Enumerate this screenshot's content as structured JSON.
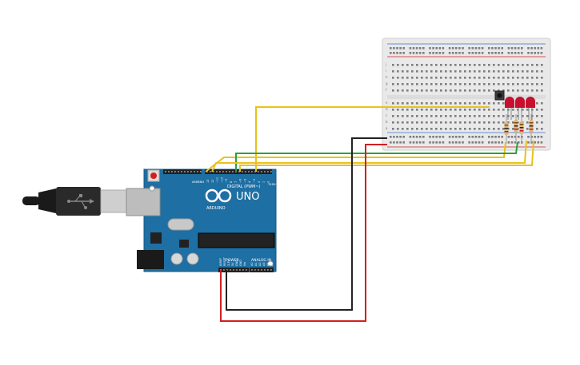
{
  "board": {
    "logo_text": "UNO",
    "brand_text": "ARDUINO",
    "digital_label": "DIGITAL (PWM~)",
    "power_label": "POWER",
    "analog_label": "ANALOG IN",
    "aref_label": "AREF",
    "gnd_label": "GND",
    "tx_label": "TX",
    "rx_label": "RX",
    "digital_pins": [
      "13",
      "12",
      "~11",
      "~10",
      "~9",
      "8",
      "7",
      "~6",
      "~5",
      "4",
      "~3",
      "2",
      "1",
      "0"
    ],
    "power_pins": [
      "IOREF",
      "RESET",
      "3.3V",
      "5V",
      "GND",
      "GND",
      "Vin"
    ],
    "analog_pins": [
      "A0",
      "A1",
      "A2",
      "A3",
      "A4",
      "A5"
    ]
  },
  "breadboard": {
    "rows_top": [
      "j",
      "i",
      "h",
      "g",
      "f"
    ],
    "rows_bottom": [
      "e",
      "d",
      "c",
      "b",
      "a"
    ]
  },
  "colors": {
    "board": "#1e6fa3",
    "wire_yellow": "#e8c21e",
    "wire_green": "#2aa13a",
    "wire_red": "#d02020",
    "wire_black": "#222222",
    "led": "#c8102e",
    "breadboard": "#e9e9e9"
  }
}
